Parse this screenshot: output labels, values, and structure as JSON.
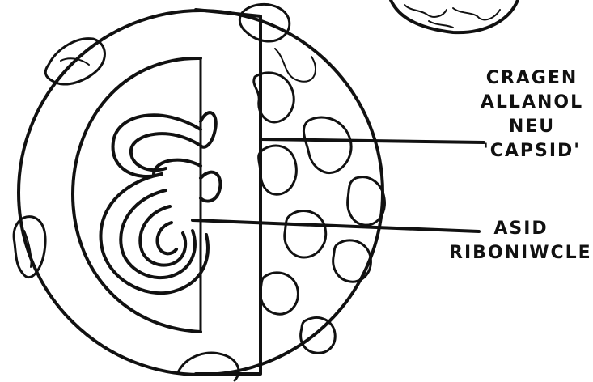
{
  "diagram": {
    "labels": {
      "capsid": {
        "lines": [
          "CRAGEN",
          "ALLANOL",
          "NEU",
          "'CAPSID'"
        ]
      },
      "rna": {
        "lines": [
          "ASID",
          "RIBONIWCLEIG"
        ]
      }
    },
    "colors": {
      "ink": "#111111",
      "background": "#ffffff"
    }
  }
}
